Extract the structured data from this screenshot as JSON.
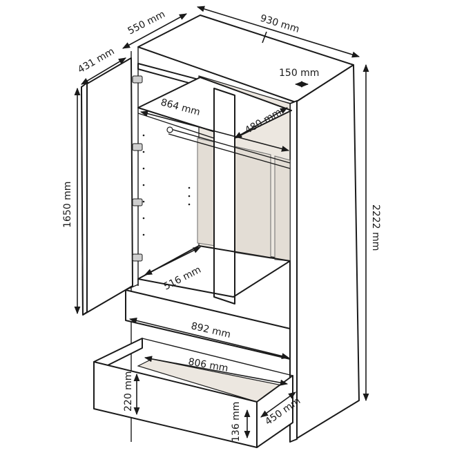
{
  "dimensions": {
    "width": "930 mm",
    "depth": "550 mm",
    "door_width": "431 mm",
    "side_panel": "150 mm",
    "rail_width": "864 mm",
    "shelf_depth": "480 mm",
    "inner_height": "1650 mm",
    "total_height": "2222 mm",
    "bottom_depth": "516 mm",
    "drawer_front_width": "892 mm",
    "drawer_inner_width": "806 mm",
    "drawer_front_height": "220 mm",
    "drawer_depth": "450 mm",
    "drawer_inner_height": "136 mm"
  }
}
